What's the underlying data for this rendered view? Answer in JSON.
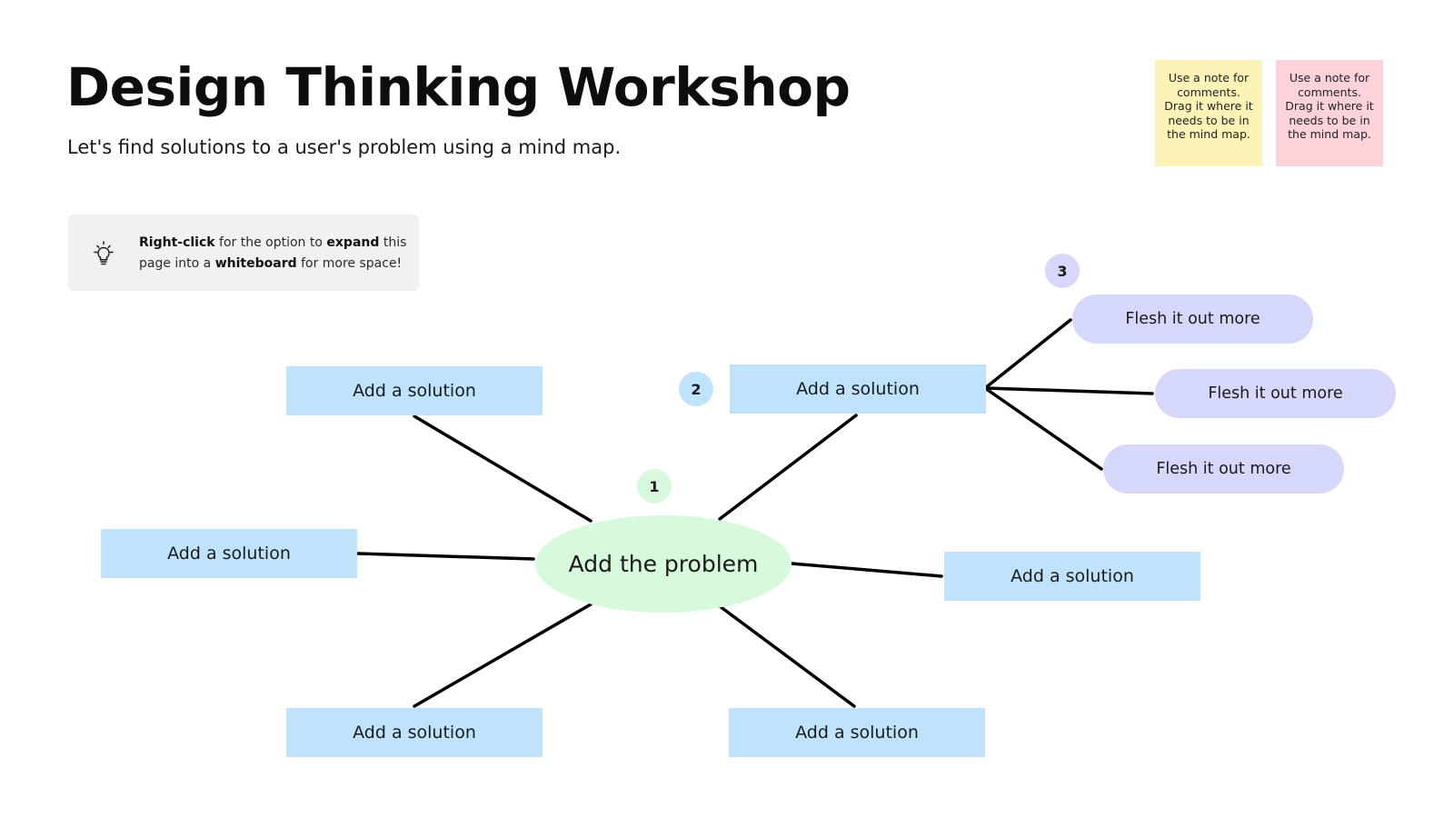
{
  "header": {
    "title": "Design Thinking Workshop",
    "subtitle": "Let's find solutions to a user's problem using a mind map."
  },
  "tip": {
    "icon": "lightbulb-icon",
    "right_click": "Right-click",
    "text_1": " for the option to ",
    "expand": "expand",
    "text_2": " this page into a ",
    "whiteboard": "whiteboard",
    "text_3": " for more space!"
  },
  "notes": [
    {
      "text": "Use a note for comments. Drag it where it needs to be in the mind map.",
      "color": "#fdf3b6"
    },
    {
      "text": "Use a note for comments. Drag it where it needs to be in the mind map.",
      "color": "#fdd2d8"
    }
  ],
  "mindmap": {
    "problem": "Add the problem",
    "solutions": [
      "Add a solution",
      "Add a solution",
      "Add a solution",
      "Add a solution",
      "Add a solution",
      "Add a solution"
    ],
    "details": [
      "Flesh it out more",
      "Flesh it out more",
      "Flesh it out more"
    ],
    "steps": [
      "1",
      "2",
      "3"
    ]
  },
  "colors": {
    "problem": "#d7f9dc",
    "solution": "#bfe3fc",
    "detail": "#d6d8fb",
    "connector": "#000000"
  }
}
